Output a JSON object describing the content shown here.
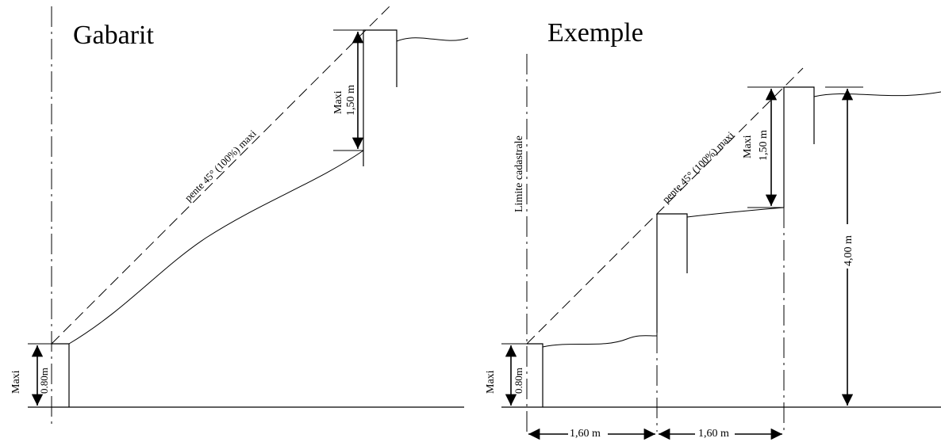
{
  "left": {
    "title": "Gabarit",
    "slope_label": "pente 45° (100%) maxi",
    "top_dim_prefix": "Maxi",
    "top_dim_value": "1,50 m",
    "bottom_dim_prefix": "Maxi",
    "bottom_dim_value": "0.80m"
  },
  "right": {
    "title": "Exemple",
    "boundary_label": "Limite cadastrale",
    "slope_label": "pente 45° (100%) maxi",
    "top_dim_prefix": "Maxi",
    "top_dim_value": "1,50 m",
    "bottom_dim_prefix": "Maxi",
    "bottom_dim_value": "0.80m",
    "height_dim_value": "4,00 m",
    "width_dim_1": "1,60 m",
    "width_dim_2": "1,60 m"
  }
}
